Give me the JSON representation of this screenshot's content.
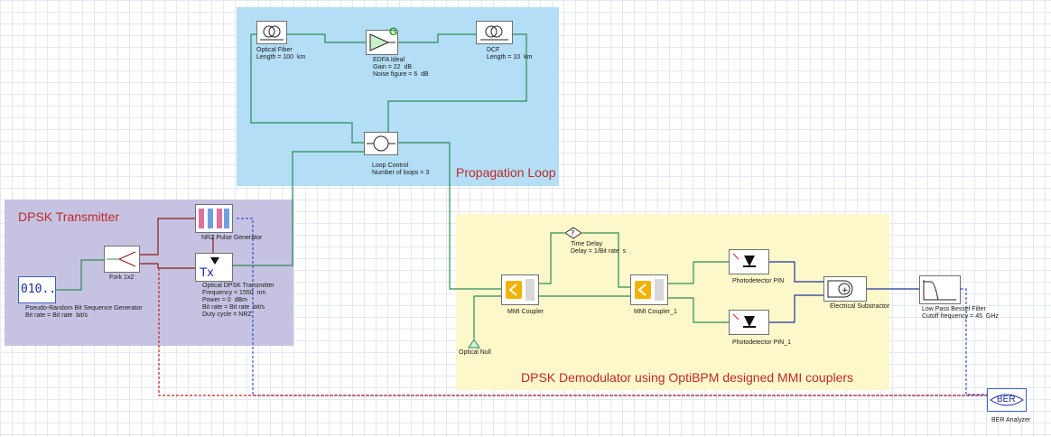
{
  "regions": {
    "propagation": {
      "title": "Propagation Loop",
      "color": "#b3def5"
    },
    "transmitter": {
      "title": "DPSK Transmitter",
      "color": "#c6c3e2"
    },
    "demodulator": {
      "title": "DPSK Demodulator using OptiBPM designed MMI couplers",
      "color": "#fdf8c9"
    }
  },
  "components": {
    "fiber": {
      "name": "Optical Fiber",
      "params": [
        "Length = 100  km"
      ]
    },
    "edfa": {
      "name": "EDFA Ideal",
      "glyph": "G",
      "params": [
        "Gain = 22  dB",
        "Noise figure = 6  dB"
      ]
    },
    "dcf": {
      "name": "DCF",
      "params": [
        "Length = 10  km"
      ]
    },
    "loop": {
      "name": "Loop Control",
      "params": [
        "Number of loops = 3"
      ]
    },
    "prbs": {
      "name": "Pseudo-Random Bit Sequence Generator",
      "glyph": "010..",
      "params": [
        "Bit rate = Bit rate  bit/s"
      ]
    },
    "fork": {
      "name": "Fork 1x2"
    },
    "nrz": {
      "name": "NRZ Pulse Generator"
    },
    "tx": {
      "name": "Optical DPSK Transmitter",
      "glyph": "Tx",
      "params": [
        "Frequency = 1550  nm",
        "Power = 0  dBm",
        "Bit rate = Bit rate  bit/s",
        "Duty cycle = NRZ"
      ]
    },
    "mmi": {
      "name": "MMI Coupler"
    },
    "mmi1": {
      "name": "MMI Coupler_1"
    },
    "delay": {
      "name": "Time Delay",
      "params": [
        "Delay = 1/Bit rate  s"
      ]
    },
    "pin": {
      "name": "Photodetector PIN"
    },
    "pin1": {
      "name": "Photodetector PIN_1"
    },
    "sub": {
      "name": "Electrical Substractor"
    },
    "lpf": {
      "name": "Low Pass Bessel Filter",
      "params": [
        "Cutoff frequency = 45  GHz"
      ]
    },
    "null": {
      "name": "Optical Null"
    },
    "ber": {
      "name": "BER Analyzer",
      "glyph": "BER"
    }
  },
  "colors": {
    "optical": "#2e8b57",
    "electrical": "#8b1a1a",
    "signal": "#1f33a8",
    "dashed_blue": "#3355cc",
    "dashed_red": "#cc2222"
  }
}
